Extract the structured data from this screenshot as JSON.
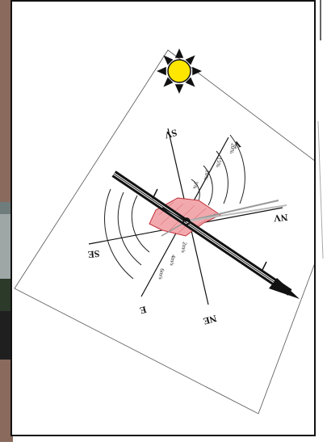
{
  "diagram": {
    "directions": {
      "v": "V",
      "sv": "SV",
      "nv": "NV",
      "se": "SE",
      "e": "E",
      "ne": "NE"
    },
    "speed_labels_upper": [
      "20%",
      "15%",
      "10%",
      "5%"
    ],
    "speed_labels_lower": [
      "2m/s",
      "4m/s",
      "6m/s"
    ],
    "colors": {
      "rose_fill": "#f1a9ad",
      "rose_stroke": "#c0303a",
      "sun": "#ffe600",
      "arrow": "#111111",
      "sheet_border": "#555555"
    }
  }
}
